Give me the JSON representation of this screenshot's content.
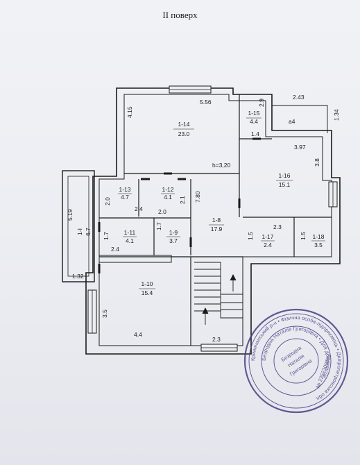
{
  "title": "II поверх",
  "height_note": "h=3,20",
  "rooms": [
    {
      "id": "1-14",
      "area": "23.0"
    },
    {
      "id": "1-15",
      "area": "4.4"
    },
    {
      "id": "1-16",
      "area": "15.1"
    },
    {
      "id": "1-13",
      "area": "4.7"
    },
    {
      "id": "1-12",
      "area": "4.1"
    },
    {
      "id": "1-11",
      "area": "4.1"
    },
    {
      "id": "1-9",
      "area": "3.7"
    },
    {
      "id": "1-8",
      "area": "17.9"
    },
    {
      "id": "1-17",
      "area": "2.4"
    },
    {
      "id": "1-18",
      "area": "3.5"
    },
    {
      "id": "1-I",
      "area": "6.7"
    },
    {
      "id": "1-10",
      "area": "15.4"
    }
  ],
  "dimensions": [
    "5.56",
    "4.15",
    "2.9",
    "1.4",
    "2.43",
    "1.34",
    "a4",
    "3.97",
    "3.8",
    "2.0",
    "2.4",
    "2.0",
    "2.1",
    "7.80",
    "5.19",
    "1.7",
    "1.7",
    "2.4",
    "1.5",
    "2.3",
    "1.5",
    "1.32",
    "3.5",
    "4.4",
    "2.3"
  ],
  "stamp": {
    "ring_outer": "Криничанський р-н • Фізична особа-підприємець • Дніпропетровська обл.",
    "ring_inner": "Безродна Наталія Григорівна • Для документів",
    "center_lines": [
      "Безродна",
      "Наталія",
      "Григорівна"
    ],
    "code": "№ 2252309004"
  },
  "colors": {
    "line": "#1a1a1a",
    "stamp": "#4b3f86",
    "paper": "#eceef3"
  }
}
